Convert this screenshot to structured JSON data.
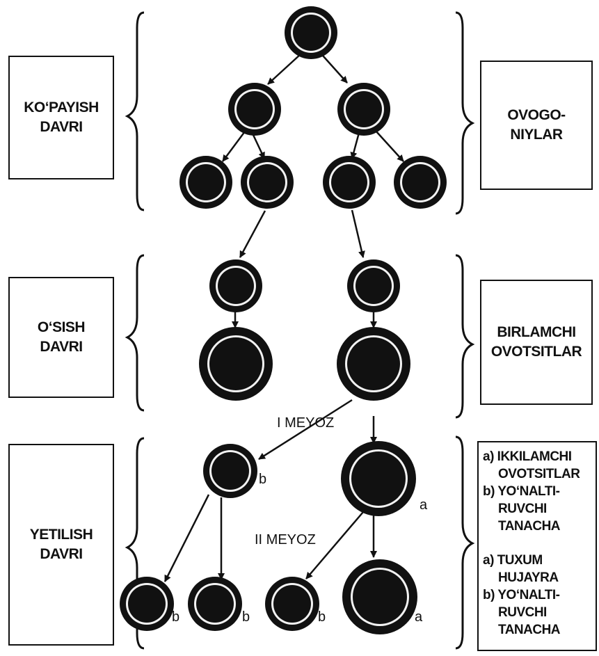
{
  "periods": [
    {
      "label_line1": "KO‘PAYISH",
      "label_line2": "DAVRI"
    },
    {
      "label_line1": "O‘SISH",
      "label_line2": "DAVRI"
    },
    {
      "label_line1": "YETILISH",
      "label_line2": "DAVRI"
    }
  ],
  "stages": [
    {
      "label_line1": "OVOGO-",
      "label_line2": "NIYLAR"
    },
    {
      "label_line1": "BIRLAMCHI",
      "label_line2": "OVOTSITLAR"
    }
  ],
  "mature_stage": {
    "group1": [
      "a) IKKILAMCHI",
      "OVOTSITLAR",
      "b) YO‘NALTI-",
      "RUVCHI",
      "TANACHA"
    ],
    "group2": [
      "a) TUXUM",
      "HUJAYRA",
      "b) YO‘NALTI-",
      "RUVCHI",
      "TANACHA"
    ]
  },
  "meiosis_labels": {
    "first": "I MEYOZ",
    "second": "II MEYOZ"
  },
  "cell_tags": {
    "a": "a",
    "b": "b"
  },
  "colors": {
    "ink": "#111111",
    "ring": "#f2f2f2",
    "paper": "#ffffff"
  }
}
